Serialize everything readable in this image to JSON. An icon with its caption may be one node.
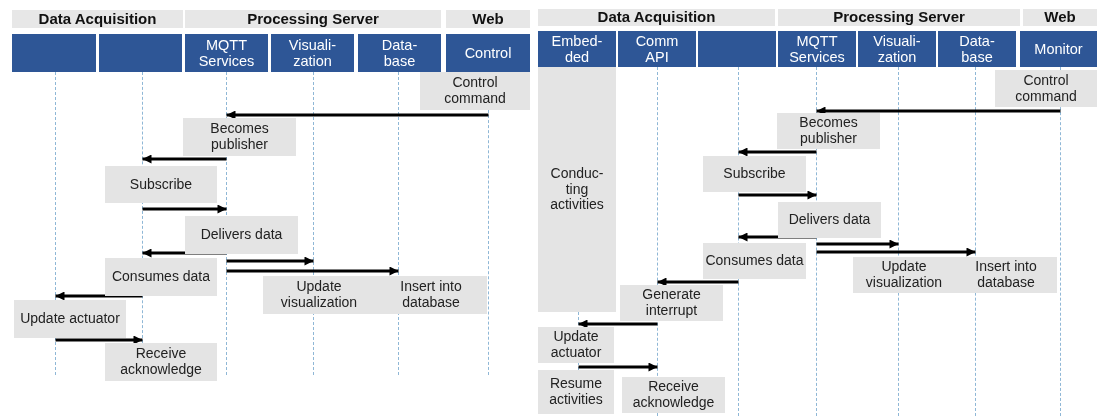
{
  "diagram": {
    "nodes": [
      {
        "text": [
          "Data Acquisition"
        ]
      },
      {
        "text": [
          "Processing Server"
        ]
      },
      {
        "text": [
          "Web"
        ]
      },
      {
        "text": [],
        "shape": "box"
      },
      {
        "text": [],
        "shape": "box"
      },
      {
        "text": [
          "MQTT Services"
        ]
      },
      {
        "text": [
          "Visuali- zation"
        ]
      },
      {
        "text": [
          "Data- base"
        ]
      },
      {
        "text": [
          "Control"
        ]
      },
      {
        "text": [],
        "shape": "line"
      },
      {
        "text": [],
        "shape": "line"
      },
      {
        "text": [],
        "shape": "line"
      },
      {
        "text": [],
        "shape": "line"
      },
      {
        "text": [],
        "shape": "line"
      },
      {
        "text": [],
        "shape": "line"
      },
      {
        "text": [
          "Control command"
        ]
      },
      {
        "text": [
          "Becomes publisher"
        ]
      },
      {
        "text": [
          "Subscribe"
        ]
      },
      {
        "text": [
          "Delivers data"
        ]
      },
      {
        "text": [
          "Consumes data"
        ]
      },
      {
        "text": [
          "Update visualization"
        ]
      },
      {
        "text": [
          "Insert into database"
        ]
      },
      {
        "text": [
          "Update actuator"
        ]
      },
      {
        "text": [
          "Receive acknowledge"
        ]
      },
      {
        "text": [
          "Data Acquisition"
        ]
      },
      {
        "text": [
          "Processing Server"
        ]
      },
      {
        "text": [
          "Web"
        ]
      },
      {
        "text": [
          "Embed- ded"
        ]
      },
      {
        "text": [
          "Comm API"
        ]
      },
      {
        "text": [],
        "shape": "box"
      },
      {
        "text": [
          "MQTT Services"
        ]
      },
      {
        "text": [
          "Visuali- zation"
        ]
      },
      {
        "text": [
          "Data- base"
        ]
      },
      {
        "text": [
          "Monitor"
        ]
      },
      {
        "text": [],
        "shape": "line"
      },
      {
        "text": [],
        "shape": "line"
      },
      {
        "text": [],
        "shape": "line"
      },
      {
        "text": [],
        "shape": "line"
      },
      {
        "text": [],
        "shape": "line"
      },
      {
        "text": [],
        "shape": "line"
      },
      {
        "text": [],
        "shape": "line"
      },
      {
        "text": [
          "Conduc- ting activities"
        ]
      },
      {
        "text": [
          "Control command"
        ]
      },
      {
        "text": [
          "Becomes publisher"
        ]
      },
      {
        "text": [
          "Subscribe"
        ]
      },
      {
        "text": [
          "Delivers data"
        ]
      },
      {
        "text": [
          "Consumes data"
        ]
      },
      {
        "text": [
          "Update visualization"
        ]
      },
      {
        "text": [
          "Insert into database"
        ]
      },
      {
        "text": [
          "Generate interrupt"
        ]
      },
      {
        "text": [
          "Update actuator"
        ]
      },
      {
        "text": [
          "Resume activities"
        ]
      },
      {
        "text": [
          "Receive acknowledge"
        ]
      }
    ],
    "edges": [
      {
        "from": 14,
        "to": 11,
        "arrow": "to"
      },
      {
        "from": 11,
        "to": 10,
        "arrow": "to"
      },
      {
        "from": 10,
        "to": 11,
        "arrow": "to"
      },
      {
        "from": 11,
        "to": 10,
        "arrow": "to"
      },
      {
        "from": 11,
        "to": 12,
        "arrow": "to"
      },
      {
        "from": 11,
        "to": 13,
        "arrow": "to"
      },
      {
        "from": 10,
        "to": 9,
        "arrow": "to"
      },
      {
        "from": 9,
        "to": 10,
        "arrow": "to"
      },
      {
        "from": 40,
        "to": 37,
        "arrow": "to"
      },
      {
        "from": 37,
        "to": 36,
        "arrow": "to"
      },
      {
        "from": 36,
        "to": 37,
        "arrow": "to"
      },
      {
        "from": 37,
        "to": 36,
        "arrow": "to"
      },
      {
        "from": 37,
        "to": 38,
        "arrow": "to"
      },
      {
        "from": 37,
        "to": 39,
        "arrow": "to"
      },
      {
        "from": 36,
        "to": 35,
        "arrow": "to"
      },
      {
        "from": 35,
        "to": 34,
        "arrow": "to"
      },
      {
        "from": 34,
        "to": 35,
        "arrow": "to"
      }
    ]
  }
}
